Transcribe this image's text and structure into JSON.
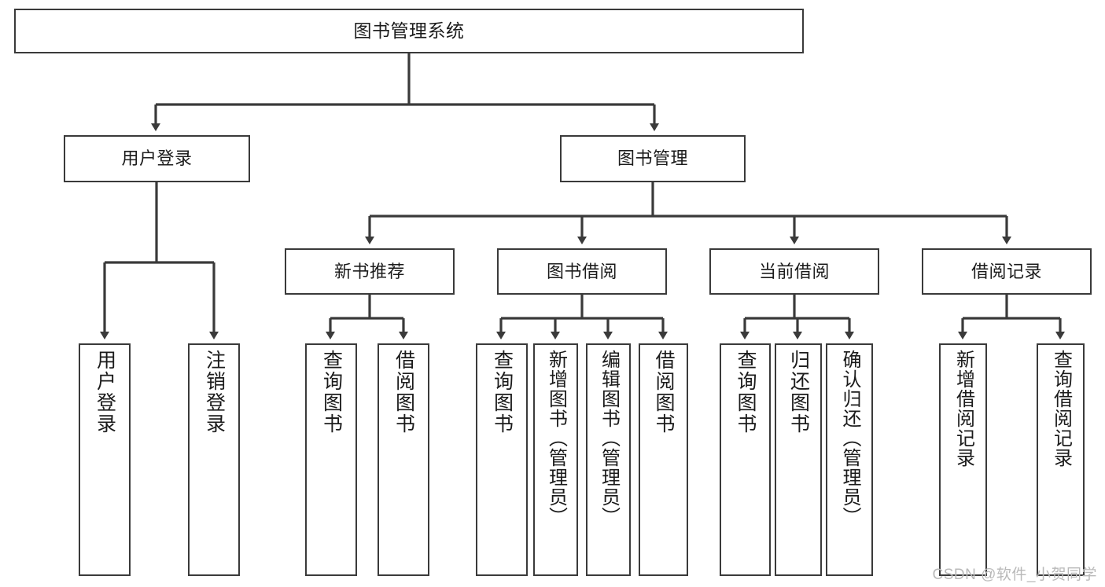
{
  "diagram": {
    "type": "tree-hierarchy-chart",
    "title": "图书管理系统",
    "line_color": "#3a3a3a",
    "box_fill": "#ffffff",
    "text_color": "#1b1b1b",
    "root": {
      "label": "图书管理系统"
    },
    "level1": [
      {
        "label": "用户登录"
      },
      {
        "label": "图书管理"
      }
    ],
    "level2": [
      {
        "label": "新书推荐"
      },
      {
        "label": "图书借阅"
      },
      {
        "label": "当前借阅"
      },
      {
        "label": "借阅记录"
      }
    ],
    "leaves": [
      {
        "label": "用户登录",
        "parent": "用户登录"
      },
      {
        "label": "注销登录",
        "parent": "用户登录"
      },
      {
        "label": "查询图书",
        "parent": "新书推荐"
      },
      {
        "label": "借阅图书",
        "parent": "新书推荐"
      },
      {
        "label": "查询图书",
        "parent": "图书借阅"
      },
      {
        "label": "新增图书（管理员）",
        "parent": "图书借阅"
      },
      {
        "label": "编辑图书（管理员）",
        "parent": "图书借阅"
      },
      {
        "label": "借阅图书",
        "parent": "图书借阅"
      },
      {
        "label": "查询图书",
        "parent": "当前借阅"
      },
      {
        "label": "归还图书",
        "parent": "当前借阅"
      },
      {
        "label": "确认归还（管理员）",
        "parent": "当前借阅"
      },
      {
        "label": "新增借阅记录",
        "parent": "借阅记录"
      },
      {
        "label": "查询借阅记录",
        "parent": "借阅记录"
      }
    ]
  },
  "watermark": {
    "text": "CSDN @软件_小贺同学"
  }
}
